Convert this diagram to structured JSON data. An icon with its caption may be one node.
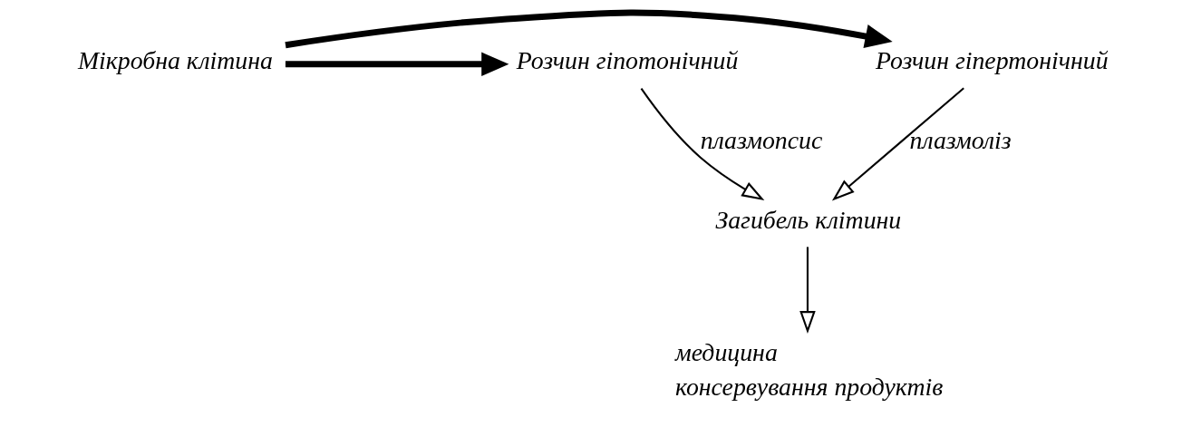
{
  "diagram": {
    "nodes": [
      {
        "text": [
          "Мікробна клітина"
        ]
      },
      {
        "text": [
          "Розчин гіпотонічний"
        ]
      },
      {
        "text": [
          "Розчин гіпертонічний"
        ]
      },
      {
        "text": [
          "Загибель клітини"
        ]
      },
      {
        "text": [
          "медицина",
          "консервування продуктів"
        ]
      }
    ],
    "edges": [
      {
        "from": 0,
        "to": 1,
        "arrow": "to",
        "style": "thick"
      },
      {
        "from": 0,
        "to": 2,
        "arrow": "to",
        "style": "thick"
      },
      {
        "from": 1,
        "to": 3,
        "arrow": "to",
        "label": "плазмопсис"
      },
      {
        "from": 2,
        "to": 3,
        "arrow": "to",
        "label": "плазмоліз"
      },
      {
        "from": 3,
        "to": 4,
        "arrow": "to"
      }
    ]
  }
}
